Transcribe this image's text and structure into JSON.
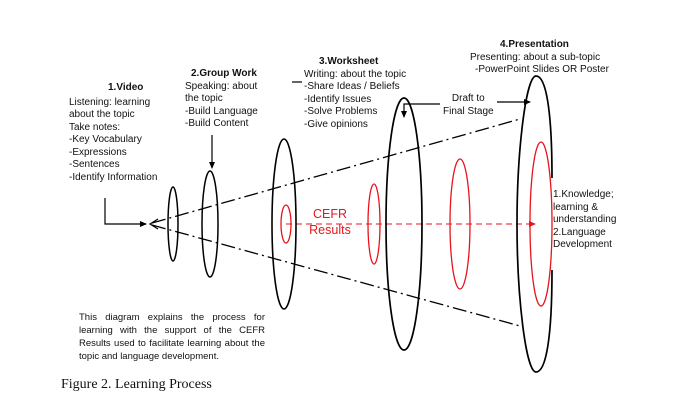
{
  "diagram": {
    "stages": [
      {
        "title": "1.Video",
        "lines": [
          "Listening: learning",
          "about the topic",
          "Take notes:",
          "-Key Vocabulary",
          "-Expressions",
          "-Sentences",
          "-Identify Information"
        ]
      },
      {
        "title": "2.Group Work",
        "lines": [
          "Speaking: about",
          "the topic",
          "-Build Language",
          "-Build Content"
        ]
      },
      {
        "title": "3.Worksheet",
        "lines": [
          "Writing: about the topic",
          "-Share Ideas / Beliefs",
          "-Identify Issues",
          "-Solve Problems",
          "-Give opinions"
        ]
      },
      {
        "title": "4.Presentation",
        "lines": [
          "Presenting: about a sub-topic",
          "-PowerPoint Slides OR Poster"
        ]
      }
    ],
    "draft_label": [
      "Draft to",
      "Final Stage"
    ],
    "cefr_label": [
      "CEFR",
      "Results"
    ],
    "outcomes": [
      "1.Knowledge;",
      "learning &",
      "understanding",
      "2.Language",
      "Development"
    ],
    "note": "This diagram explains the process for learning with the support of the CEFR Results used to facilitate learning about the topic and language development.",
    "colors": {
      "line": "#000000",
      "cefr": "#e8141b"
    }
  },
  "caption": "Figure 2. Learning Process"
}
